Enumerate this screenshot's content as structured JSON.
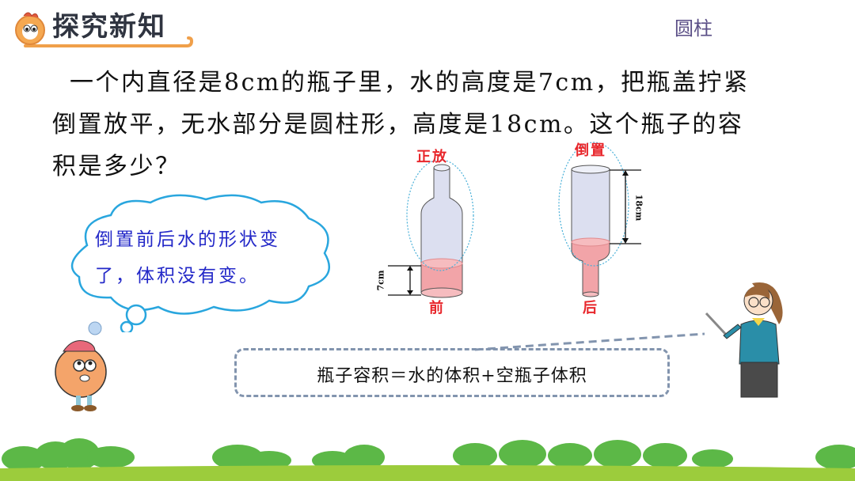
{
  "header": {
    "title": "探究新知",
    "topic": "圆柱"
  },
  "question": {
    "lines": [
      "一个内直径是8cm的瓶子里，水的高度是7cm，把瓶盖拧紧",
      "倒置放平，无水部分是圆柱形，高度是18cm。这个瓶子的容",
      "积是多少？"
    ]
  },
  "diagram": {
    "upright": {
      "label": "正放",
      "caption": "前",
      "dimension": "7cm"
    },
    "inverted": {
      "label": "倒置",
      "caption": "后",
      "dimension": "18cm"
    },
    "colors": {
      "water": "#f2a4a8",
      "empty": "#dcdff0",
      "outline": "#555555",
      "ellipse": "#4ab0d8",
      "label": "#e8262b"
    }
  },
  "thought_bubble": {
    "lines": [
      "倒置前后水的形状变",
      "了，体积没有变。"
    ],
    "color": "#2328c8",
    "outline": "#29a6de"
  },
  "formula": {
    "text": "瓶子容积＝水的体积+空瓶子体积",
    "border_color": "#8294ae"
  }
}
